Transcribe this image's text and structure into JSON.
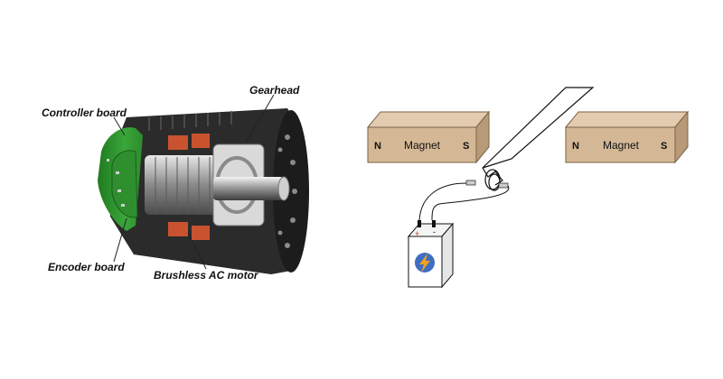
{
  "motor": {
    "labels": {
      "controller_board": "Controller board",
      "gearhead": "Gearhead",
      "encoder_board": "Encoder board",
      "brushless_motor": "Brushless AC motor"
    }
  },
  "magnet_demo": {
    "left_magnet": {
      "pole_left": "N",
      "label": "Magnet",
      "pole_right": "S"
    },
    "right_magnet": {
      "pole_left": "N",
      "label": "Magnet",
      "pole_right": "S"
    },
    "battery": {
      "positive": "+",
      "negative": "-",
      "icon": "lightning-bolt-icon"
    }
  },
  "colors": {
    "magnet_fill": "#d4b896",
    "magnet_top": "#e2cbaf",
    "magnet_side": "#b99a78",
    "board_green": "#3aa63a",
    "copper": "#c9532f",
    "housing": "#2b2b2b",
    "bolt_orange": "#f2a21c",
    "bolt_circle": "#3f6ec2"
  }
}
